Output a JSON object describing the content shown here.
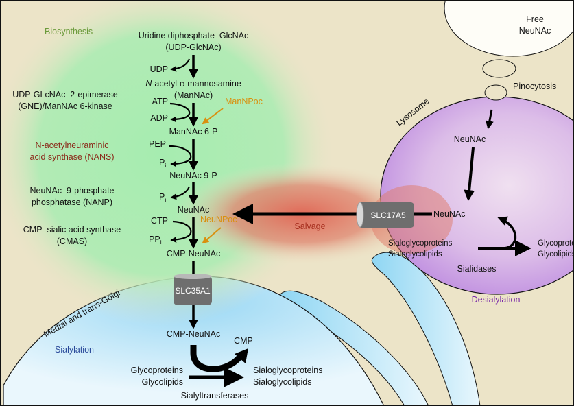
{
  "colors": {
    "background": "#ece4c8",
    "biosynthesis_glow": "#a6ecb0",
    "salvage_glow": "#e07060",
    "golgi": "#a8dcf5",
    "lysosome": "#c89ae0",
    "manpoc_orange": "#d9900f",
    "biosynthesis_green": "#6a9a3a",
    "nans_red": "#8b2a1a",
    "sialylation_blue": "#2a4a9a",
    "desialylation_purple": "#7a2aa8",
    "salvage_red": "#a83020",
    "transporter_gray": "#6e6e6e"
  },
  "regions": {
    "biosynthesis": "Biosynthesis",
    "golgi": "Medial and trans-Golgi",
    "sialylation": "Sialylation",
    "lysosome": "Lysosome",
    "desialylation": "Desialylation",
    "salvage": "Salvage",
    "free_neunac": [
      "Free",
      "NeuNAc"
    ],
    "pinocytosis": "Pinocytosis"
  },
  "enzymes": {
    "gne": [
      "UDP-GLcNAc–2-epimerase",
      "(GNE)/ManNAc 6-kinase"
    ],
    "nans": [
      "N-acetylneuraminic",
      "acid synthase (NANS)"
    ],
    "nanp": [
      "NeuNAc–9-phosphate",
      "phosphatase (NANP)"
    ],
    "cmas": [
      "CMP–sialic acid synthase",
      "(CMAS)"
    ],
    "sialyltransferases": "Sialyltransferases",
    "sialidases": "Sialidases"
  },
  "pathway": {
    "udp_glcnac": [
      "Uridine diphosphate–GlcNAc",
      "(UDP-GlcNAc)"
    ],
    "udp": "UDP",
    "mannac": [
      "N",
      "-acetyl-",
      "D",
      "-mannosamine",
      "(ManNAc)"
    ],
    "atp": "ATP",
    "adp": "ADP",
    "mannac6p": "ManNAc 6-P",
    "manpoc": "ManNPoc",
    "pep": "PEP",
    "pi": "P",
    "pi_sub": "i",
    "neunac9p": "NeuNAc 9-P",
    "neunac": "NeuNAc",
    "ctp": "CTP",
    "ppi": "PP",
    "neunpoc": "NeuNPoc",
    "cmp_neunac": "CMP-NeuNAc",
    "cmp": "CMP",
    "glyco": [
      "Glycoproteins",
      "Glycolipids"
    ],
    "sialoglyco": [
      "Sialoglycoproteins",
      "Sialoglycolipids"
    ]
  },
  "transporters": {
    "golgi": "SLC35A1",
    "lysosome": "SLC17A5"
  }
}
